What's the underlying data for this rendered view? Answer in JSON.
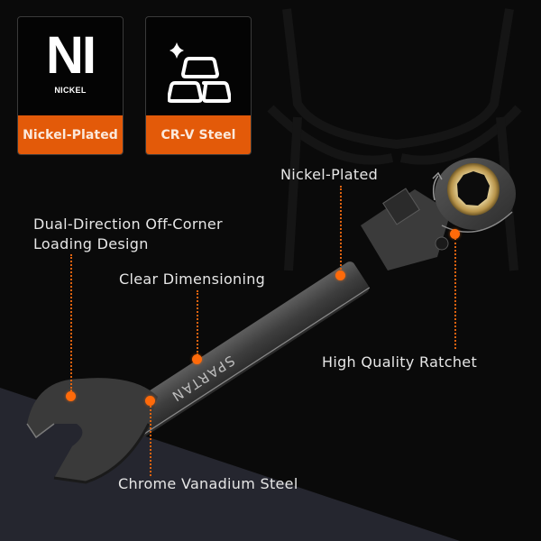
{
  "badges": [
    {
      "symbol": "NI",
      "symbol_caption": "NICKEL",
      "label": "Nickel-Plated",
      "icon": "nickel-element-icon"
    },
    {
      "label": "CR-V Steel",
      "icon": "gold-bars-sparkle-icon"
    }
  ],
  "callouts": {
    "nickel_plated": "Nickel-Plated",
    "dual_direction_line1": "Dual-Direction Off-Corner",
    "dual_direction_line2": "Loading Design",
    "clear_dimensioning": "Clear Dimensioning",
    "high_quality_ratchet": "High Quality Ratchet",
    "chrome_vanadium": "Chrome Vanadium Steel"
  },
  "product": {
    "engraving": "SPARTAN",
    "type": "flex-head ratcheting combination wrench"
  },
  "colors": {
    "background": "#0a0a0a",
    "floor": "#25262f",
    "accent_orange": "#e35a09",
    "dot_orange": "#ff6a0a",
    "text": "#e6e6e6",
    "ratchet_gold": "#b8944a"
  }
}
